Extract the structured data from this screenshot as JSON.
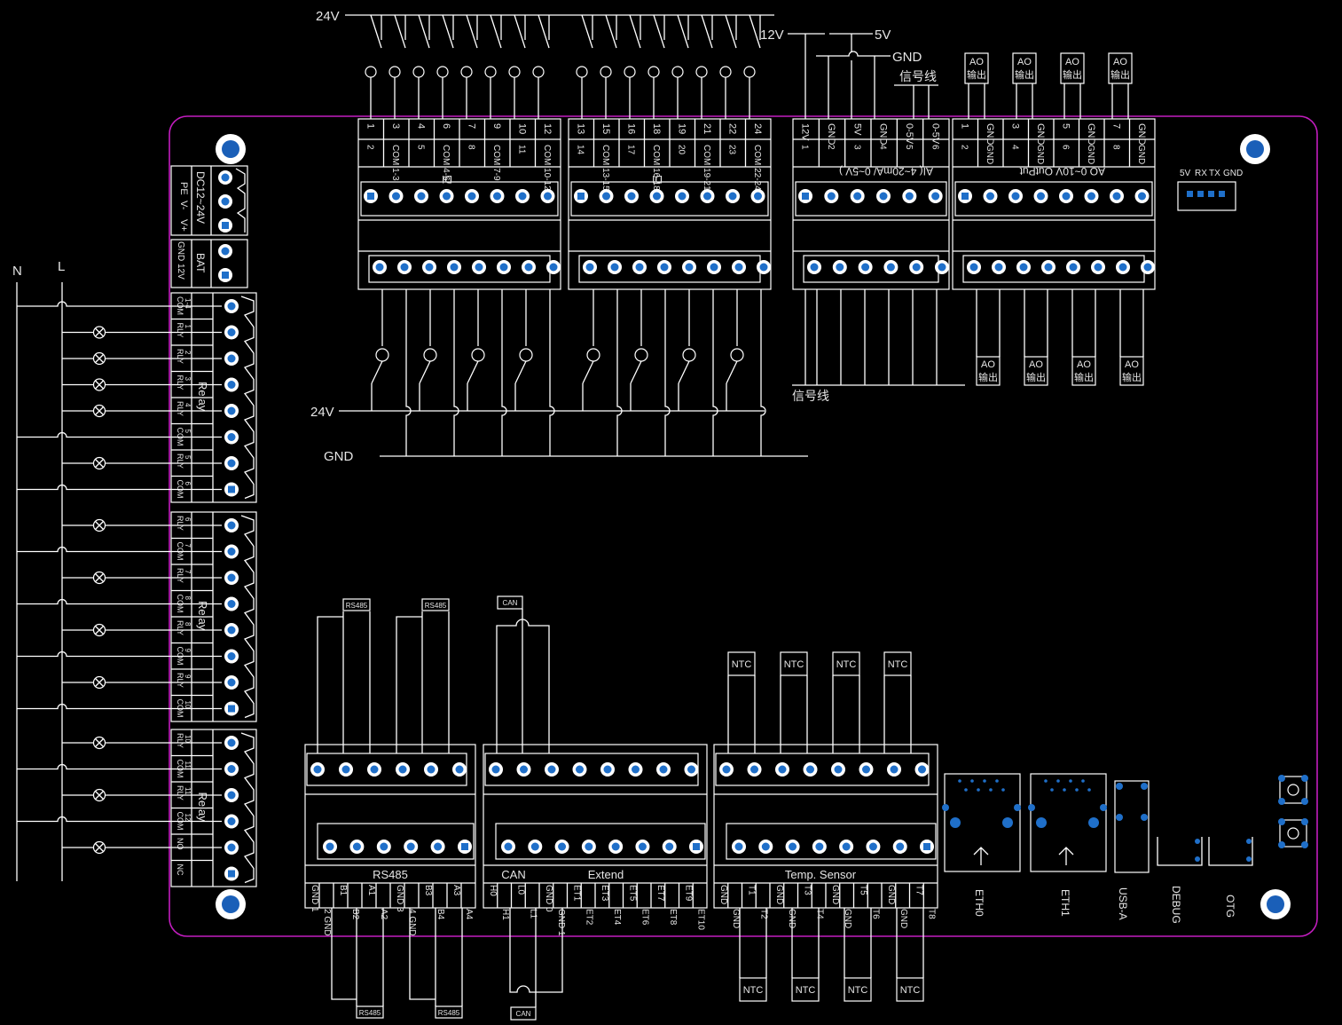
{
  "colors": {
    "background": "#000000",
    "board_outline": "#c21dbf",
    "wire": "#ffffff",
    "terminal_pin": "#1f6fc9",
    "mount_hole": "#1a5fb8",
    "text": "#e6e6e6"
  },
  "supply": {
    "v24_top": "24V",
    "v24_bottom": "24V",
    "gnd_bottom": "GND",
    "v12": "12V",
    "v5": "5V",
    "gnd_top": "GND",
    "signal_top": "信号线",
    "signal_bottom": "信号线"
  },
  "mains": {
    "n": "N",
    "l": "L"
  },
  "power": {
    "pe": "PE",
    "vminus": "V-",
    "vplus": "V+",
    "dc_label": "DC12~24V",
    "bat_gnd": "GND",
    "bat_12v": "12V",
    "bat_label": "BAT"
  },
  "relay_title": "Relay",
  "relay1_pins": [
    "COM 1-4",
    "RLY 1",
    "RLY 2",
    "RLY 3",
    "RLY 4",
    "COM 5",
    "RLY 5",
    "COM 6"
  ],
  "relay2_pins": [
    "RLY 6",
    "COM 7",
    "RLY 7",
    "COM 8",
    "RLY 8",
    "COM 9",
    "RLY 9",
    "COM 10"
  ],
  "relay3_pins": [
    "RLY 10",
    "COM 11",
    "RLY 11",
    "COM 12",
    "NO",
    "NC"
  ],
  "di1": {
    "top": [
      "1",
      "3",
      "4",
      "6",
      "7",
      "9",
      "10",
      "12"
    ],
    "bottom": [
      "2",
      "COM 1-3",
      "5",
      "COM 4-6",
      "8",
      "COM 7-9",
      "11",
      "COM 10-12"
    ],
    "title": "DI"
  },
  "di2": {
    "top": [
      "13",
      "15",
      "16",
      "18",
      "19",
      "21",
      "22",
      "24"
    ],
    "bottom": [
      "14",
      "COM 13-15",
      "17",
      "COM 16-18",
      "20",
      "COM 19-21",
      "23",
      "COM 22-24"
    ],
    "title": "DI"
  },
  "ai": {
    "top": [
      "12V",
      "GND",
      "5V",
      "GND",
      "0-5V",
      "0-5V"
    ],
    "bottom": [
      "1",
      "2",
      "3",
      "4",
      "5",
      "6"
    ],
    "title": "AI( 4~20mA/ 0~5V )"
  },
  "ao": {
    "top": [
      "1",
      "GND",
      "3",
      "GND",
      "5",
      "GND",
      "7",
      "GND"
    ],
    "bottom": [
      "2",
      "GND",
      "4",
      "GND",
      "6",
      "GND",
      "8",
      "GND"
    ],
    "title": "AO 0~10V OutPut"
  },
  "ao_tag": {
    "line1": "AO",
    "line2": "输出"
  },
  "uart": {
    "v5": "5V",
    "rx": "RX",
    "tx": "TX",
    "gnd": "GND"
  },
  "rs485": {
    "title": "RS485",
    "top": [
      "GND 1",
      "B1",
      "A1",
      "GND 3",
      "B3",
      "A3"
    ],
    "bottom": [
      "2 GND",
      "B2",
      "A2",
      "4 GND",
      "B4",
      "A4"
    ],
    "tag": "RS485"
  },
  "extend": {
    "title_can": "CAN",
    "title_extend": "Extend",
    "top": [
      "H0",
      "L0",
      "GND 0",
      "ET1",
      "ET3",
      "ET5",
      "ET7",
      "ET9"
    ],
    "bottom": [
      "H1",
      "L1",
      "GND 1",
      "ET2",
      "ET4",
      "ET6",
      "ET8",
      "ET10"
    ],
    "tag": "CAN"
  },
  "temp": {
    "title": "Temp. Sensor",
    "top": [
      "GND",
      "T1",
      "GND",
      "T3",
      "GND",
      "T5",
      "GND",
      "T7"
    ],
    "bottom": [
      "GND",
      "T2",
      "GND",
      "T4",
      "GND",
      "T6",
      "GND",
      "T8"
    ],
    "tag": "NTC"
  },
  "ports": {
    "eth0": "ETH0",
    "eth1": "ETH1",
    "usba": "USB-A",
    "debug": "DEBUG",
    "otg": "OTG"
  }
}
